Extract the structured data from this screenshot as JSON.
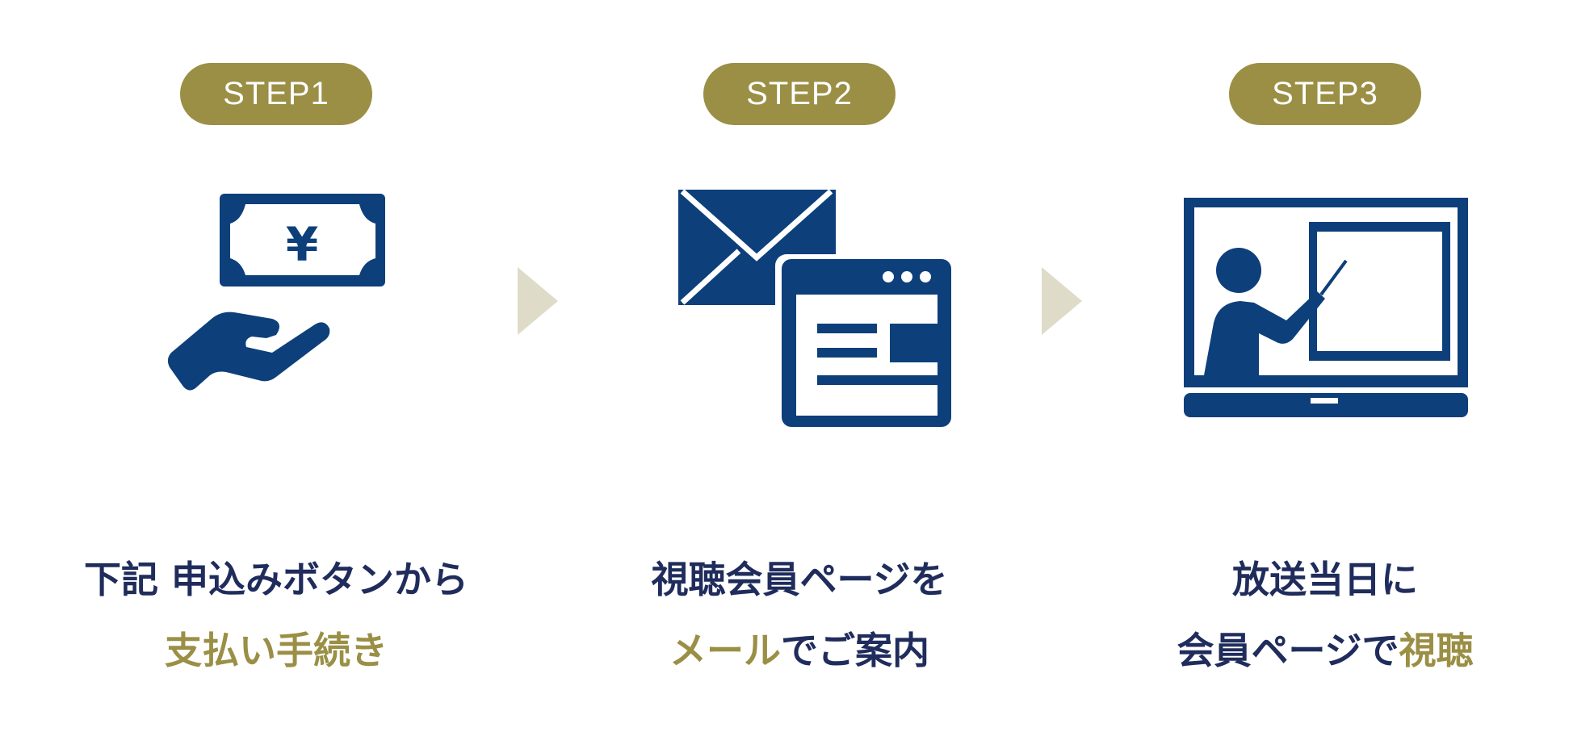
{
  "colors": {
    "navy": "#0d3f7a",
    "gold": "#9a8f45",
    "arrow": "#dedcc8",
    "text": "#1f2c5c"
  },
  "steps": [
    {
      "badge": "STEP1",
      "icon": "yen-banknote-hand-icon",
      "yen_symbol": "¥",
      "line1": "下記 申込みボタンから",
      "line2_gold": "支払い手続き",
      "line2_rest": ""
    },
    {
      "badge": "STEP2",
      "icon": "email-browser-icon",
      "line1": "視聴会員ページを",
      "line2_gold": "メール",
      "line2_rest": "でご案内"
    },
    {
      "badge": "STEP3",
      "icon": "laptop-lecture-icon",
      "line1": "放送当日に",
      "line2_pre": "会員ページで",
      "line2_gold": "視聴"
    }
  ]
}
